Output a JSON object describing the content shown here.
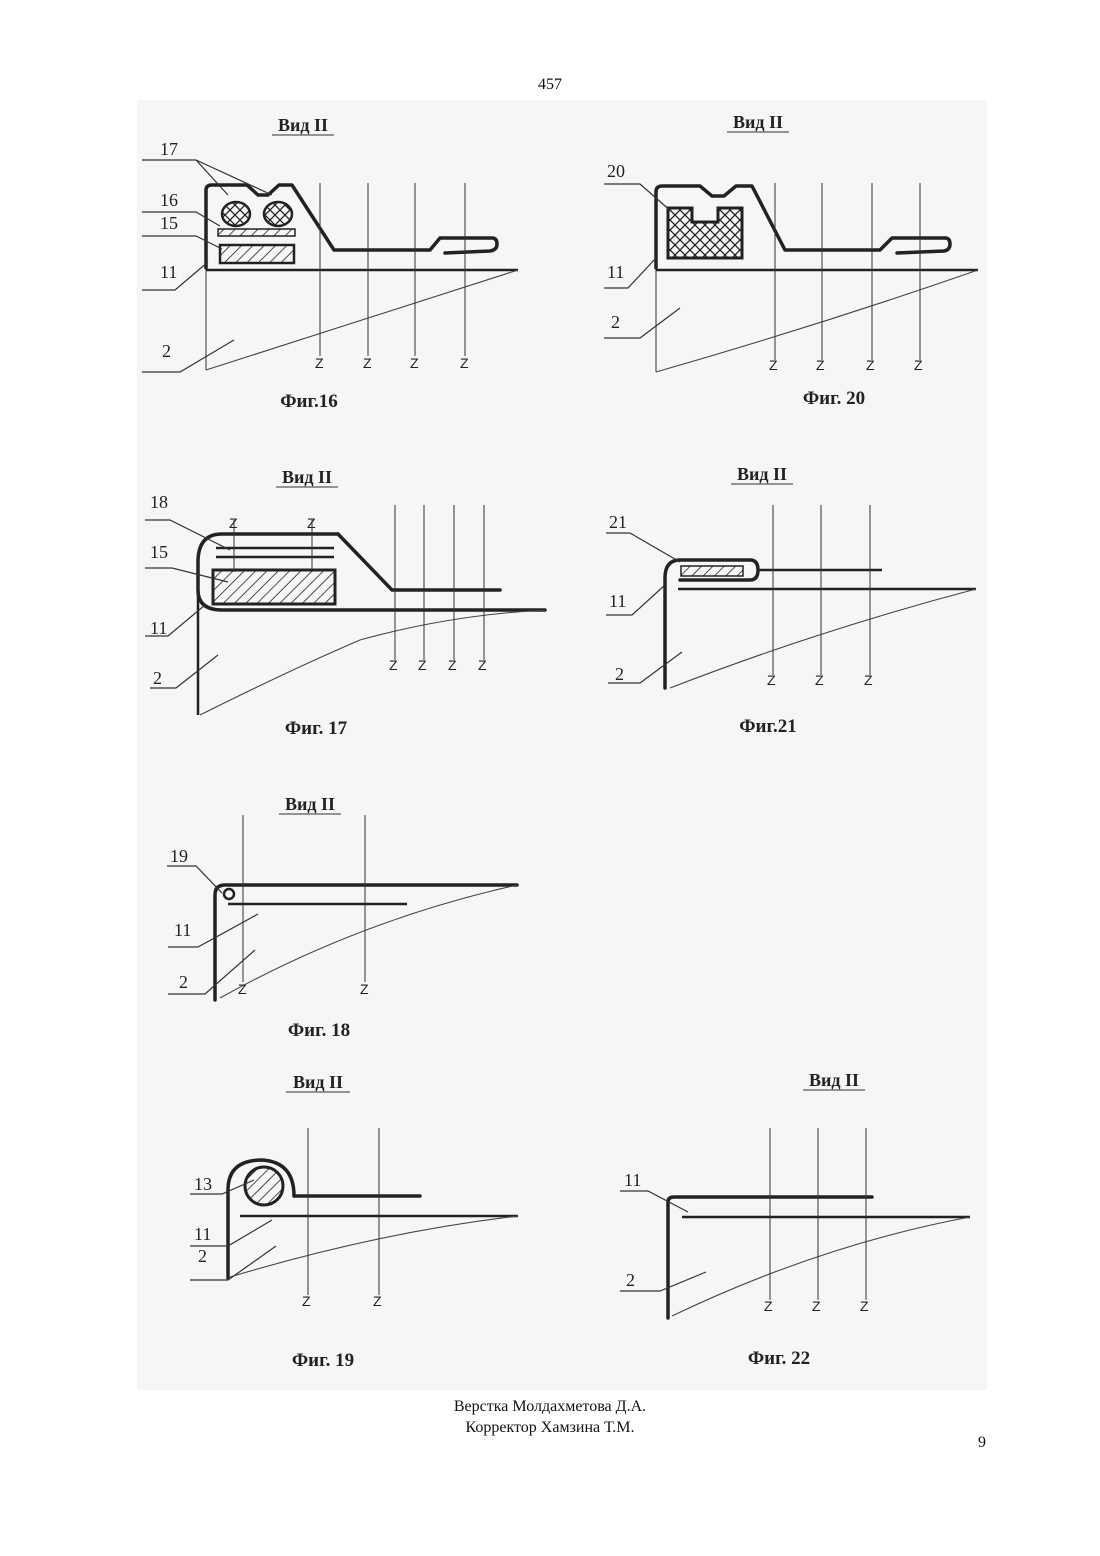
{
  "page": {
    "number_top": "457",
    "number_bottom": "9"
  },
  "footer": {
    "line1": "Верстка Молдахметова Д.А.",
    "line2": "Корректор Хамзина Т.М."
  },
  "figures": [
    {
      "id": "fig16",
      "view_title": "Вид II",
      "caption": "Фиг.16",
      "labels": [
        "17",
        "16",
        "15",
        "11",
        "2"
      ],
      "zone_marks": [
        "Z",
        "Z",
        "Z",
        "Z"
      ]
    },
    {
      "id": "fig20",
      "view_title": "Вид II",
      "caption": "Фиг. 20",
      "labels": [
        "20",
        "11",
        "2"
      ],
      "zone_marks": [
        "Z",
        "Z",
        "Z",
        "Z"
      ]
    },
    {
      "id": "fig17",
      "view_title": "Вид II",
      "caption": "Фиг. 17",
      "labels": [
        "18",
        "15",
        "11",
        "2"
      ],
      "zone_marks_top": [
        "Z",
        "Z"
      ],
      "zone_marks": [
        "Z",
        "Z",
        "Z",
        "Z"
      ]
    },
    {
      "id": "fig21",
      "view_title": "Вид II",
      "caption": "Фиг.21",
      "labels": [
        "21",
        "11",
        "2"
      ],
      "zone_marks": [
        "Z",
        "Z",
        "Z"
      ]
    },
    {
      "id": "fig18",
      "view_title": "Вид II",
      "caption": "Фиг. 18",
      "labels": [
        "19",
        "11",
        "2"
      ],
      "zone_marks": [
        "Z",
        "Z"
      ]
    },
    {
      "id": "fig19",
      "view_title": "Вид II",
      "caption": "Фиг. 19",
      "labels": [
        "13",
        "11",
        "2"
      ],
      "zone_marks": [
        "Z",
        "Z"
      ]
    },
    {
      "id": "fig22",
      "view_title": "Вид II",
      "caption": "Фиг. 22",
      "labels": [
        "11",
        "2"
      ],
      "zone_marks": [
        "Z",
        "Z",
        "Z"
      ]
    }
  ]
}
